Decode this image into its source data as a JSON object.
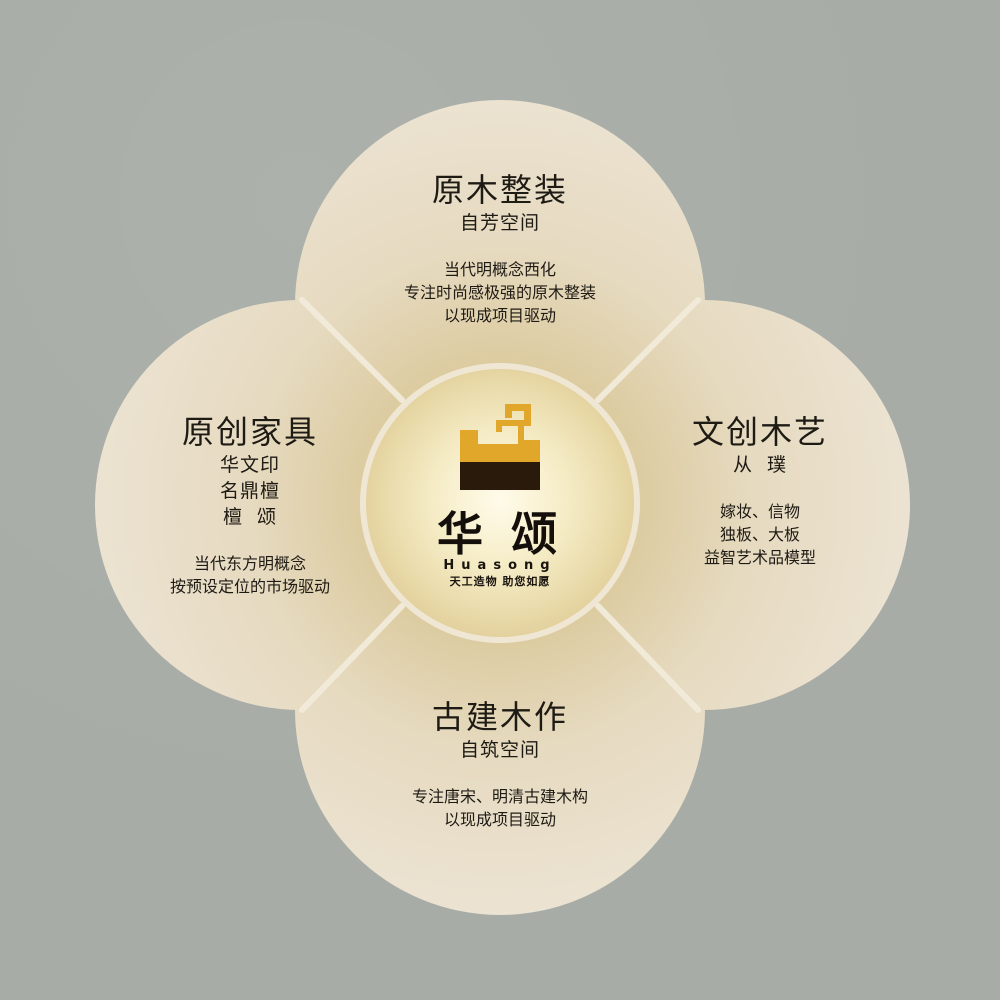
{
  "center": {
    "brand_cn": "华 颂",
    "brand_en": "Huasong",
    "tagline": "天工造物  助您如愿"
  },
  "petals": {
    "top": {
      "title": "原木整装",
      "subtitle": "自芳空间",
      "lines": [
        "当代明概念西化",
        "专注时尚感极强的原木整装",
        "以现成项目驱动"
      ]
    },
    "left": {
      "title": "原创家具",
      "subtitle_lines": [
        "华文印",
        "名鼎檀",
        "檀  颂"
      ],
      "lines": [
        "当代东方明概念",
        "按预设定位的市场驱动"
      ]
    },
    "right": {
      "title": "文创木艺",
      "subtitle": "从  璞",
      "lines": [
        "嫁妆、信物",
        "独板、大板",
        "益智艺术品模型"
      ]
    },
    "bottom": {
      "title": "古建木作",
      "subtitle": "自筑空间",
      "lines": [
        "专注唐宋、明清古建木构",
        "以现成项目驱动"
      ]
    }
  },
  "colors": {
    "background": "#a7aca6",
    "petal": "#e7dcc6",
    "petal_glow": "#d8c490",
    "logo_gold": "#e0a72a",
    "logo_dark": "#2a1a0c"
  }
}
